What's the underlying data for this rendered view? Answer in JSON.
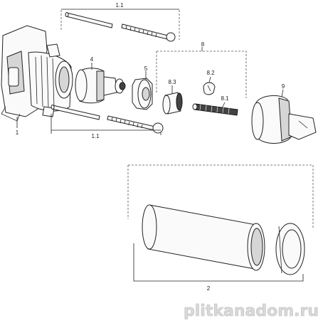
{
  "labels": {
    "l1": "1",
    "l11_top": "1.1",
    "l11_bottom": "1.1",
    "l2": "2",
    "l4": "4",
    "l5": "5",
    "l8": "8",
    "l81": "8.1",
    "l82": "8.2",
    "l83": "8.3",
    "l9": "9"
  },
  "watermark": "plitkanadom.ru",
  "colors": {
    "line": "#222222",
    "shade": "#d6d6d6",
    "watermark": "#d9d9d9"
  }
}
